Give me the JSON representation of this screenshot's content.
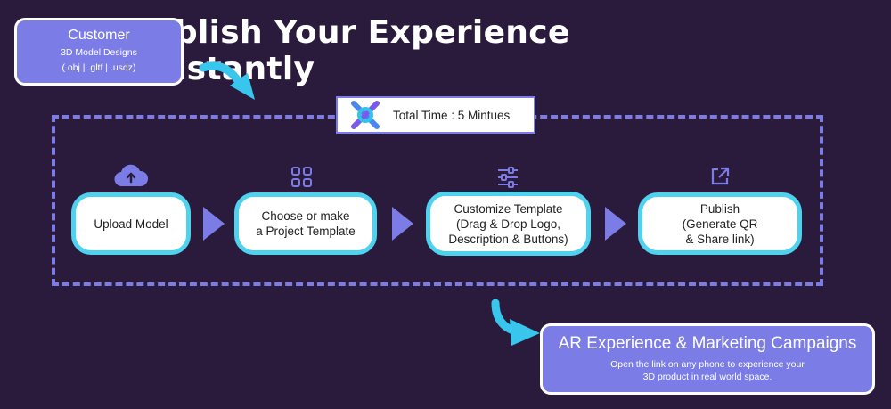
{
  "title": "ublish Your Experience Instantly",
  "customer": {
    "title": "Customer",
    "subtitle_line1": "3D Model Designs",
    "subtitle_line2": "(.obj | .gltf | .usdz)"
  },
  "total_time": "Total Time : 5 Mintues",
  "steps": [
    {
      "label": "Upload Model",
      "icon": "cloud-upload-icon"
    },
    {
      "label": "Choose or make\na Project Template",
      "icon": "grid-icon"
    },
    {
      "label": "Customize Template\n(Drag & Drop Logo,\nDescription & Buttons)",
      "icon": "sliders-icon"
    },
    {
      "label": "Publish\n(Generate QR\n& Share link)",
      "icon": "external-link-icon"
    }
  ],
  "ar": {
    "title": "AR Experience & Marketing Campaigns",
    "subtitle": "Open the link on any phone to experience your\n3D product in real world space."
  },
  "colors": {
    "background": "#2a1b3d",
    "accent": "#7b7ce6",
    "cyan": "#4fd2ee",
    "arrow": "#38c6ec"
  }
}
